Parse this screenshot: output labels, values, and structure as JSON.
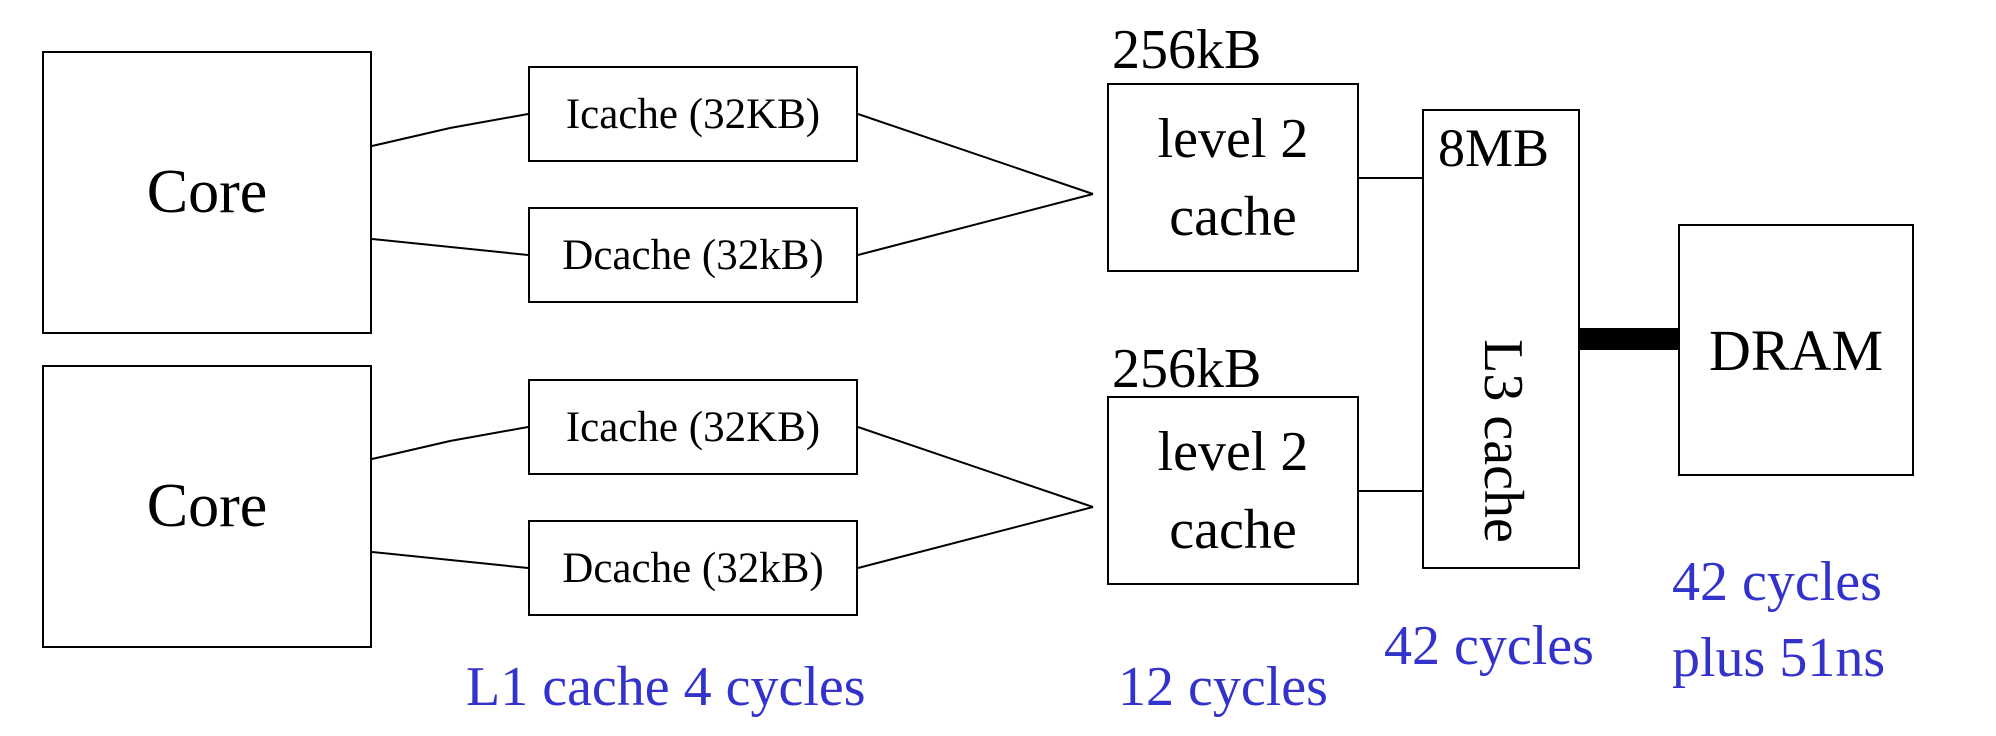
{
  "diagram": {
    "cores": [
      {
        "label": "Core"
      },
      {
        "label": "Core"
      }
    ],
    "l1_caches": [
      {
        "icache": "Icache (32KB)",
        "dcache": "Dcache (32kB)"
      },
      {
        "icache": "Icache (32KB)",
        "dcache": "Dcache (32kB)"
      }
    ],
    "l2_caches": [
      {
        "size": "256kB",
        "line1": "level 2",
        "line2": "cache"
      },
      {
        "size": "256kB",
        "line1": "level 2",
        "line2": "cache"
      }
    ],
    "l3_cache": {
      "size": "8MB",
      "label": "L3 cache"
    },
    "dram": {
      "label": "DRAM"
    },
    "latencies": {
      "l1": "L1 cache 4 cycles",
      "l2": "12 cycles",
      "l3": "42 cycles",
      "dram_line1": "42 cycles",
      "dram_line2": "plus 51ns"
    },
    "colors": {
      "latency_text": "#3333cc",
      "lines": "#000000"
    }
  }
}
